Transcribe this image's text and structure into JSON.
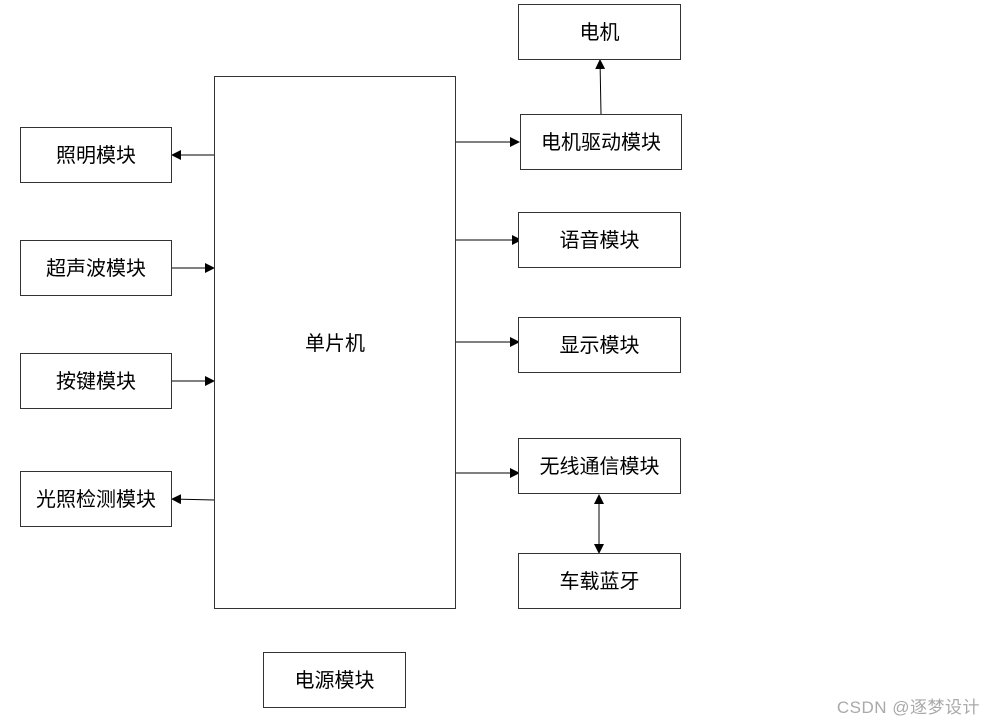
{
  "diagram": {
    "mcu": "单片机",
    "power": "电源模块",
    "left_modules": {
      "lighting": "照明模块",
      "ultrasonic": "超声波模块",
      "keys": "按键模块",
      "light_detect": "光照检测模块"
    },
    "right_modules": {
      "motor": "电机",
      "motor_driver": "电机驱动模块",
      "voice": "语音模块",
      "display": "显示模块",
      "wireless": "无线通信模块",
      "bluetooth": "车载蓝牙"
    }
  },
  "watermark": "CSDN @逐梦设计",
  "colors": {
    "line": "#000000",
    "border": "#333333",
    "watermark": "#a9a9a9"
  }
}
